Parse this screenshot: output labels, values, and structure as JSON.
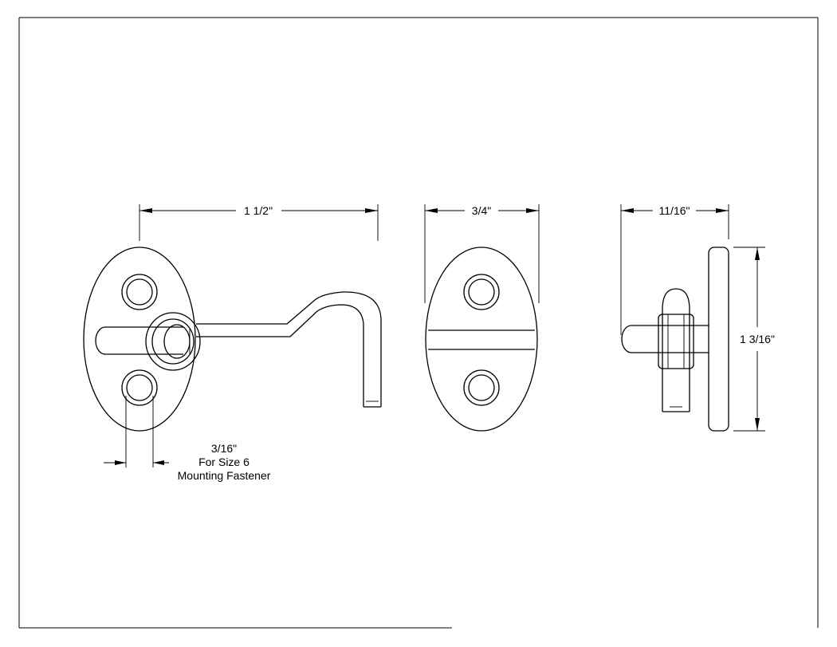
{
  "dimensions": {
    "width_hook": "1 1/2\"",
    "width_eye": "3/4\"",
    "depth_side": "11/16\"",
    "height_side": "1 3/16\"",
    "hole_size": "3/16\""
  },
  "notes": {
    "fastener_line1": "For Size 6",
    "fastener_line2": "Mounting Fastener"
  },
  "colors": {
    "line": "#000000",
    "background": "#ffffff"
  }
}
